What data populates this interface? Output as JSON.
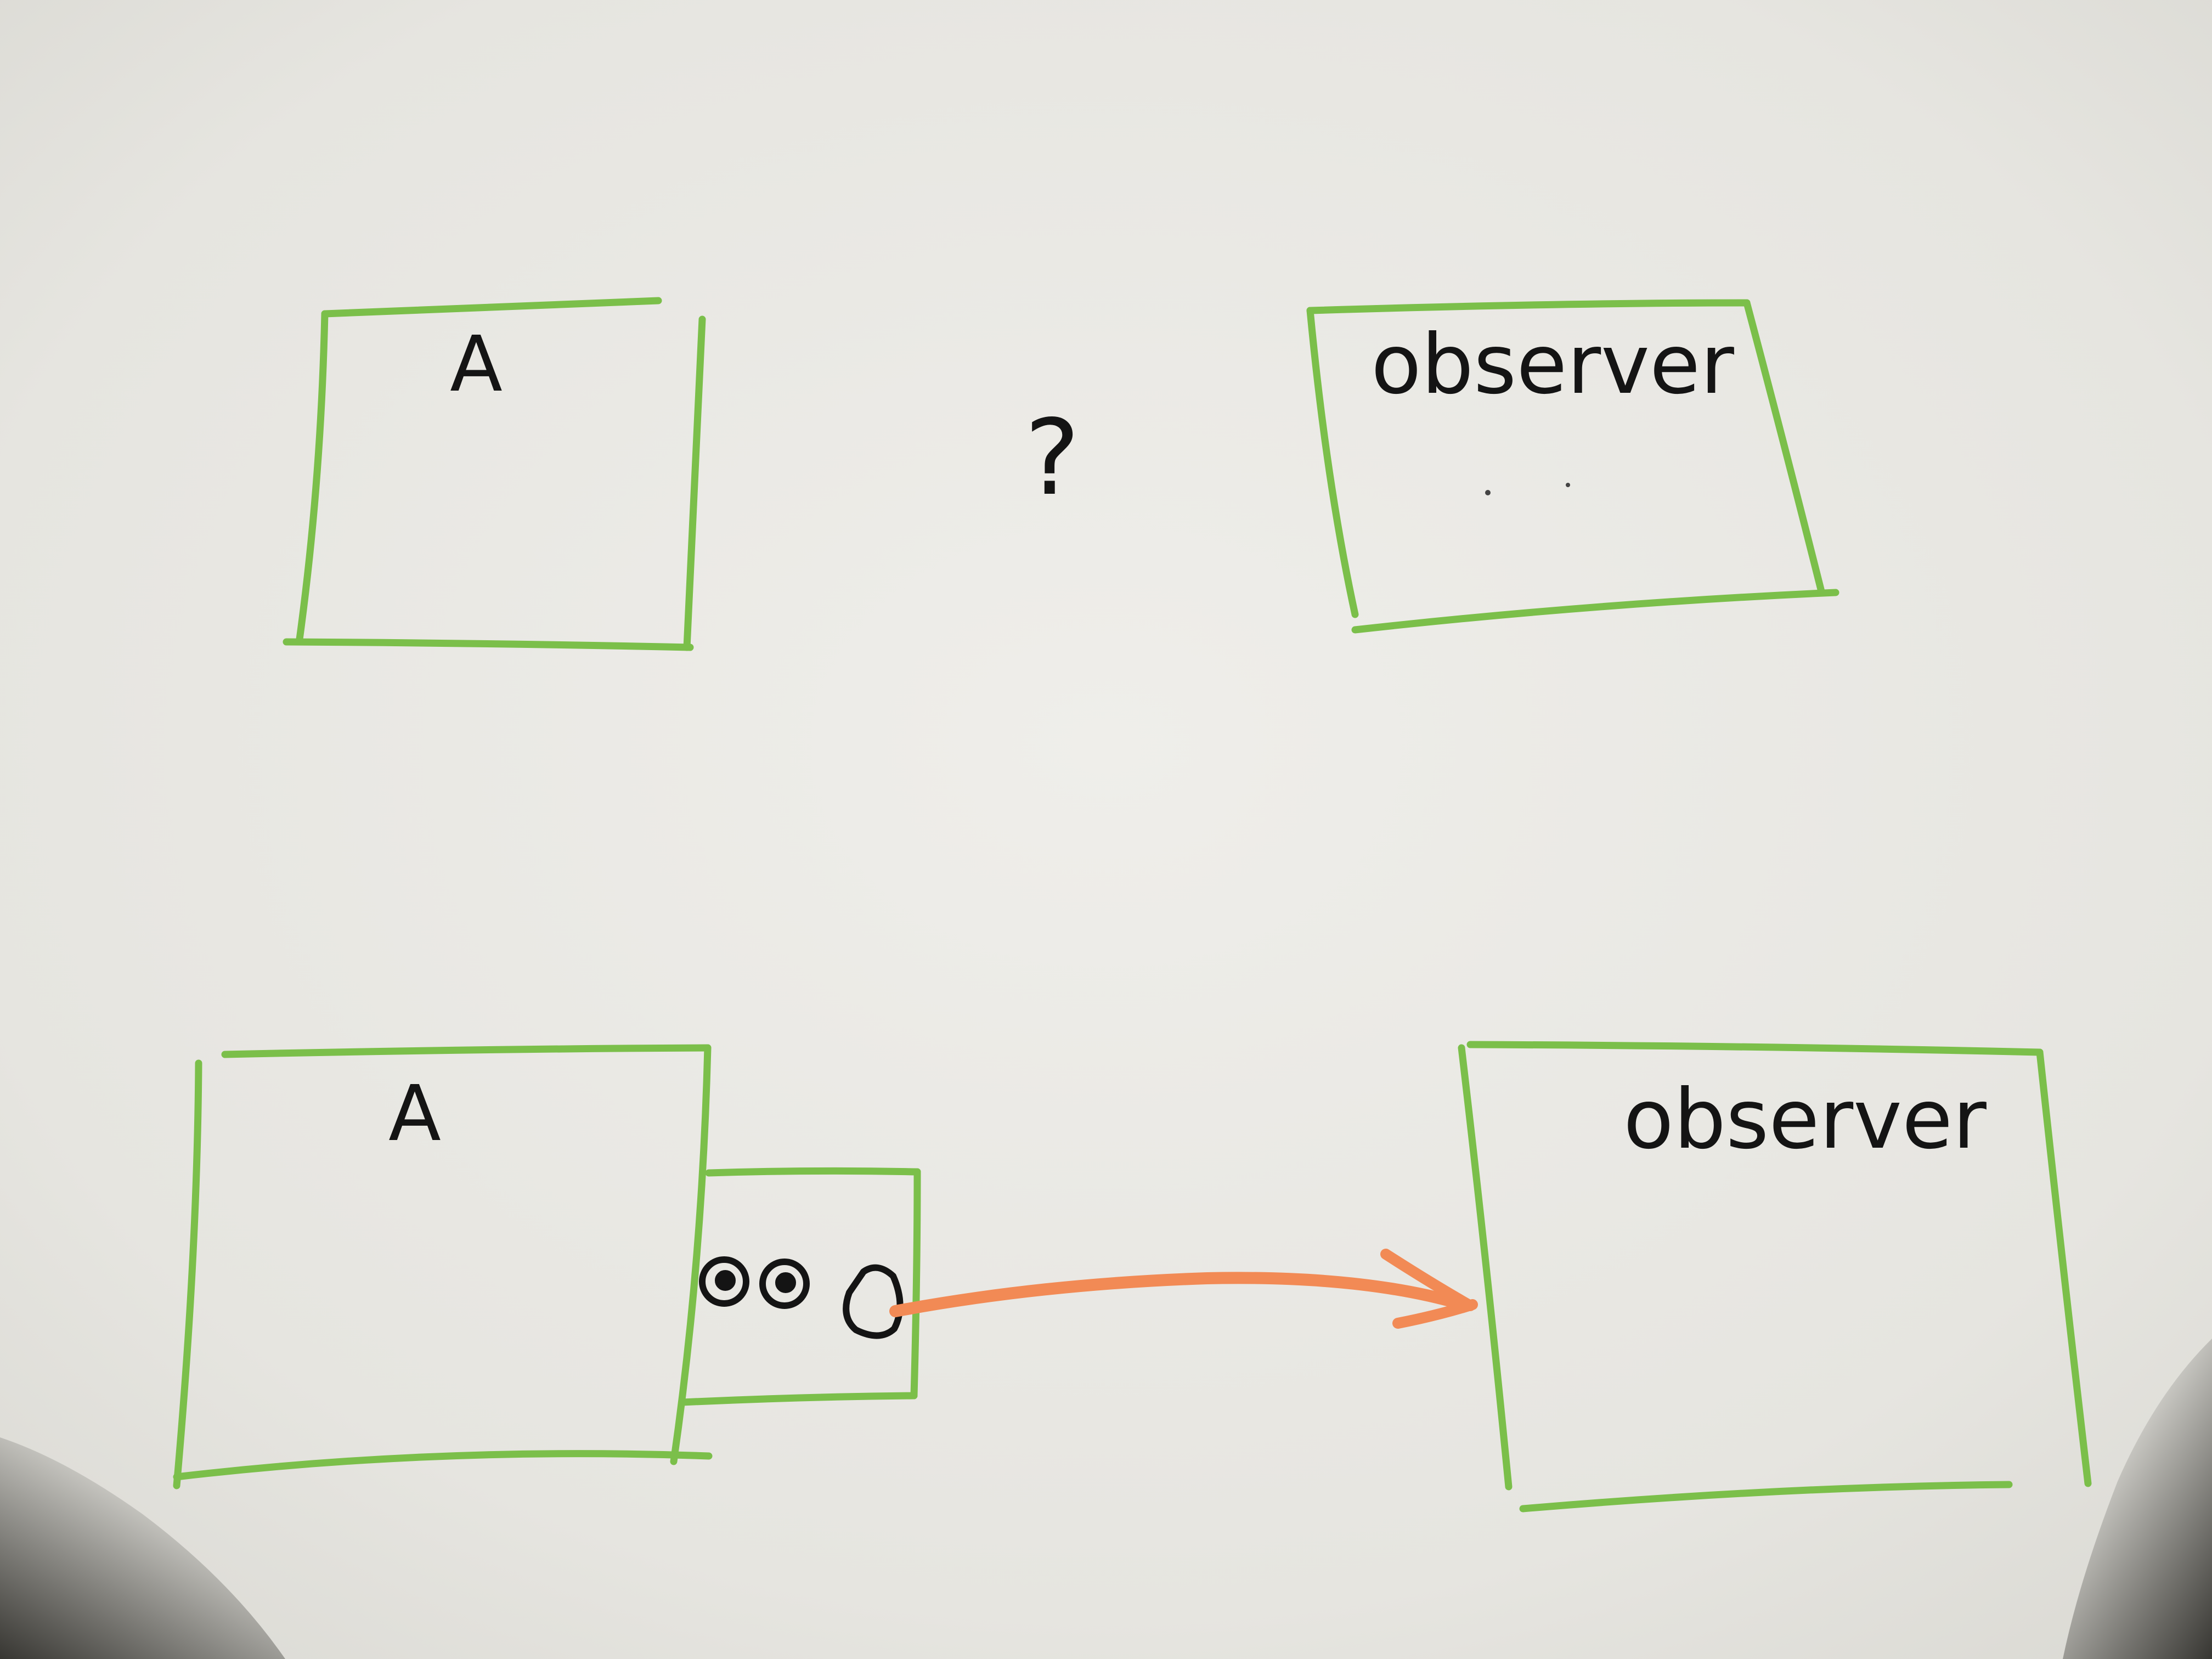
{
  "diagram": {
    "top_row": {
      "left_box_label": "A",
      "middle_mark": "?",
      "right_box_label": "observer"
    },
    "bottom_row": {
      "left_box_label": "A",
      "right_box_label": "observer"
    }
  },
  "colors": {
    "paper": "#e9e8e3",
    "box_stroke": "#7bbf4a",
    "arrow": "#f28a55",
    "ink": "#141414",
    "shadow": "#3b3a36"
  }
}
